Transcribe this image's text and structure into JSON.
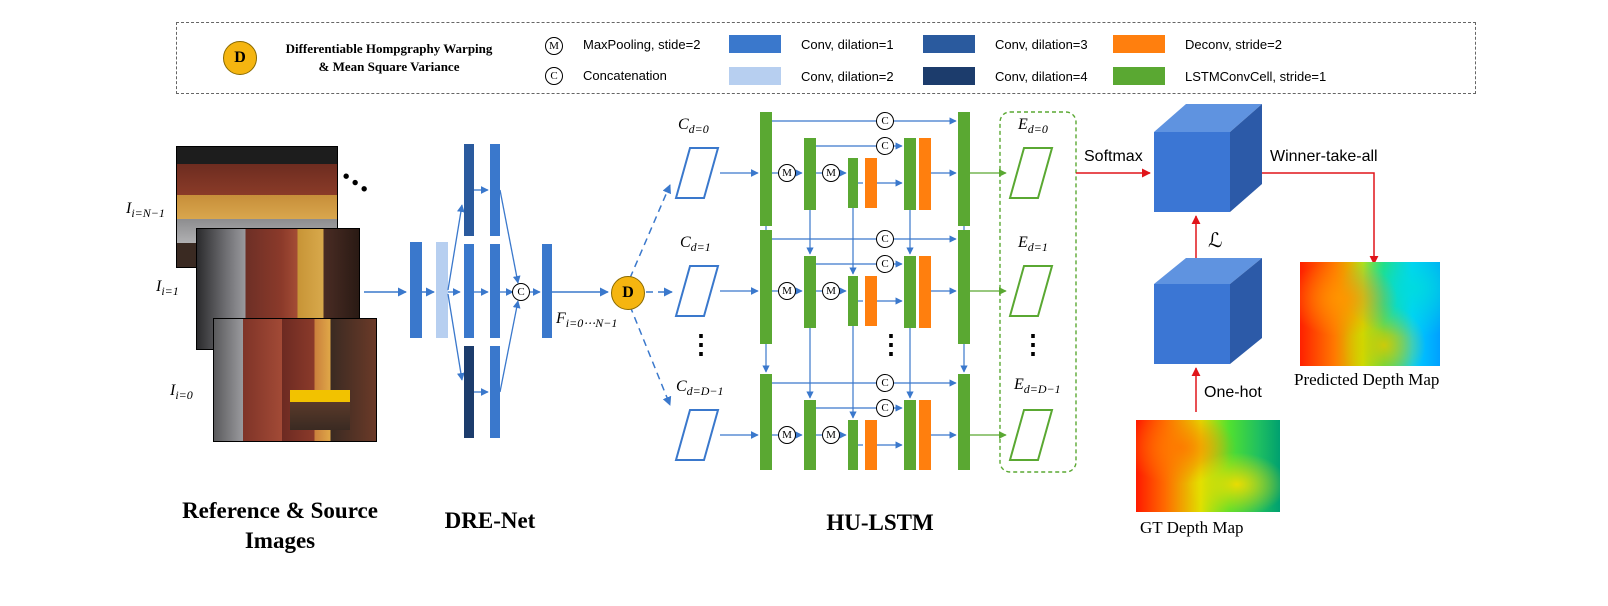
{
  "legend": {
    "warp_symbol": "D",
    "warp_label_line1": "Differentiable Hompgraphy Warping",
    "warp_label_line2": "& Mean Square Variance",
    "maxpool_symbol": "M",
    "maxpool_label": "MaxPooling, stide=2",
    "concat_symbol": "C",
    "concat_label": "Concatenation",
    "conv1_label": "Conv, dilation=1",
    "conv2_label": "Conv, dilation=2",
    "conv3_label": "Conv, dilation=3",
    "conv4_label": "Conv, dilation=4",
    "deconv_label": "Deconv, stride=2",
    "lstm_label": "LSTMConvCell, stride=1"
  },
  "colors": {
    "conv1": "#3a78cc",
    "conv2": "#b7cff0",
    "conv3": "#2a5a9e",
    "conv4": "#1c3c6c",
    "deconv": "#ff7f0e",
    "lstm": "#5aa832",
    "arrow_blue": "#3a78cc",
    "arrow_green": "#5aa832",
    "arrow_red": "#e0151a",
    "cube_front": "#3b76d4",
    "cube_top": "#5f93e0",
    "cube_side": "#2c5aa8"
  },
  "inputs": {
    "label_n1": "I",
    "label_n1_sub": "i=N−1",
    "label_1": "I",
    "label_1_sub": "i=1",
    "label_0": "I",
    "label_0_sub": "i=0",
    "ellipsis": "• • •"
  },
  "features": {
    "label": "F",
    "label_sub": "i=0⋯N−1"
  },
  "cost": {
    "c0": "C",
    "c0_sub": "d=0",
    "c1": "C",
    "c1_sub": "d=1",
    "cD": "C",
    "cD_sub": "d=D−1"
  },
  "outputs": {
    "e0": "E",
    "e0_sub": "d=0",
    "e1": "E",
    "e1_sub": "d=1",
    "eD": "E",
    "eD_sub": "d=D−1"
  },
  "dots": "⋮",
  "labels": {
    "softmax": "Softmax",
    "wta": "Winner-take-all",
    "loss": "ℒ",
    "onehot": "One-hot",
    "predicted": "Predicted Depth Map",
    "gt": "GT Depth Map"
  },
  "sections": {
    "ref_src": "Reference & Source Images",
    "drenet": "DRE-Net",
    "hulstm": "HU-LSTM"
  }
}
